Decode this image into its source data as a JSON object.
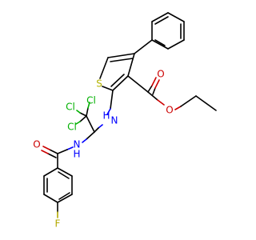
{
  "atoms": {
    "sulfur": "S",
    "carbonyl_oxygen": "O",
    "ester_oxygen": "O",
    "amide_oxygen": "O",
    "amine_nh": "H",
    "amine_n": "N",
    "amide_n": "N",
    "amide_nh": "H",
    "chlorine_1": "Cl",
    "chlorine_2": "Cl",
    "chlorine_3": "Cl",
    "fluorine": "F"
  },
  "colors": {
    "carbon_bond": "#000000",
    "oxygen": "#cc0000",
    "nitrogen": "#0000ff",
    "chlorine": "#00b000",
    "sulfur": "#b3b300",
    "fluorine": "#b3a800"
  }
}
